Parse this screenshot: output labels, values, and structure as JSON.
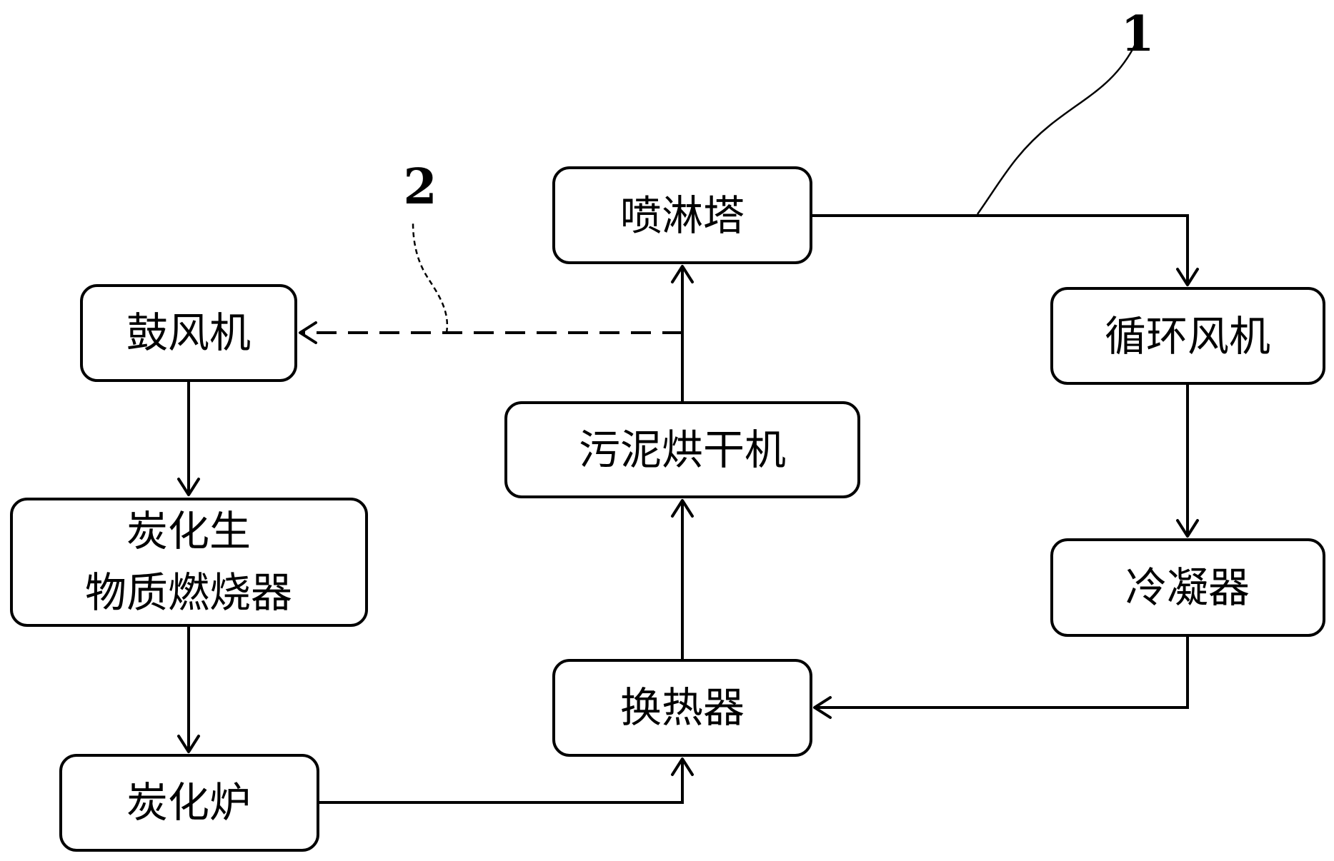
{
  "nodes": {
    "spray_tower": "喷淋塔",
    "circulation_fan": "循环风机",
    "blower": "鼓风机",
    "sludge_dryer": "污泥烘干机",
    "condenser": "冷凝器",
    "burner_line1": "炭化生",
    "burner_line2": "物质燃烧器",
    "heat_exchanger": "换热器",
    "carbonization_furnace": "炭化炉"
  },
  "callouts": {
    "one": "1",
    "two": "2"
  }
}
